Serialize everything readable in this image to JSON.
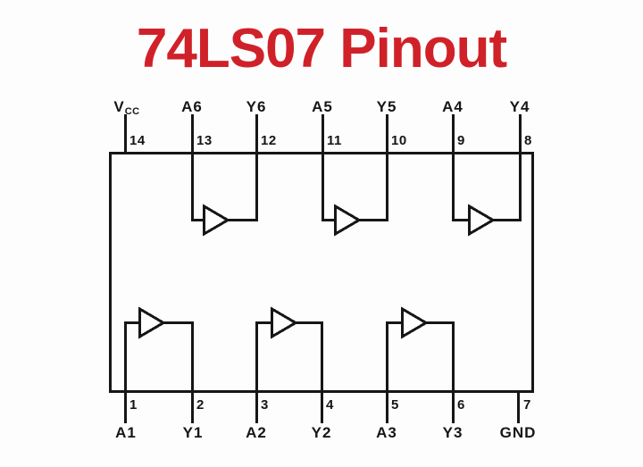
{
  "title": {
    "text": "74LS07 Pinout"
  },
  "colors": {
    "title_red": "#d02129",
    "line_black": "#161616",
    "background": "#fdfdfd"
  },
  "ic": {
    "part_name": "74LS07",
    "buffer_count": 6,
    "top_pins": [
      {
        "number": "14",
        "label": "VCC",
        "label_main": "V",
        "label_sub": "CC"
      },
      {
        "number": "13",
        "label": "A6"
      },
      {
        "number": "12",
        "label": "Y6"
      },
      {
        "number": "11",
        "label": "A5"
      },
      {
        "number": "10",
        "label": "Y5"
      },
      {
        "number": "9",
        "label": "A4"
      },
      {
        "number": "8",
        "label": "Y4"
      }
    ],
    "bottom_pins": [
      {
        "number": "1",
        "label": "A1"
      },
      {
        "number": "2",
        "label": "Y1"
      },
      {
        "number": "3",
        "label": "A2"
      },
      {
        "number": "4",
        "label": "Y2"
      },
      {
        "number": "5",
        "label": "A3"
      },
      {
        "number": "6",
        "label": "Y3"
      },
      {
        "number": "7",
        "label": "GND"
      }
    ]
  }
}
